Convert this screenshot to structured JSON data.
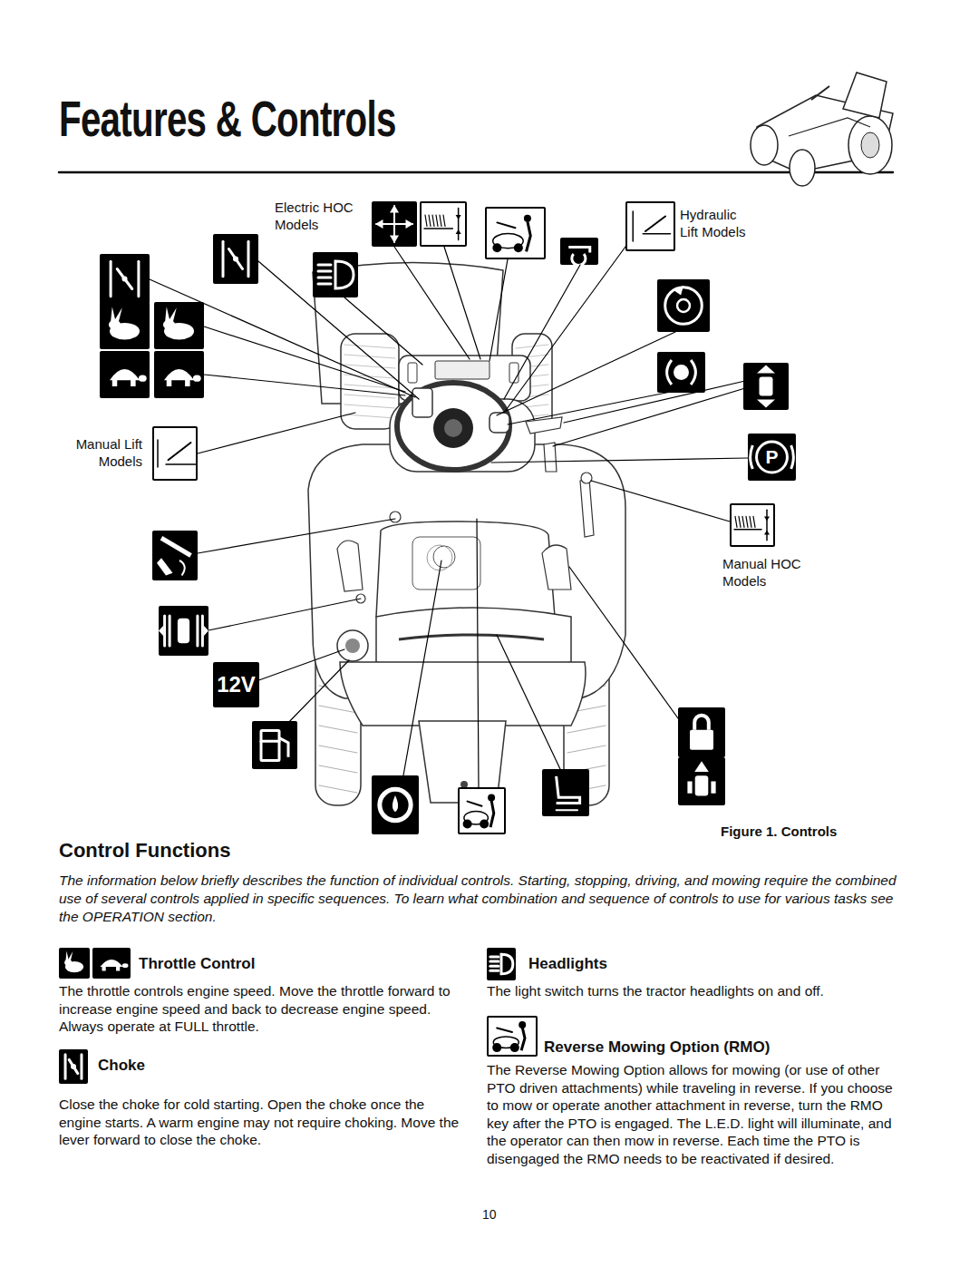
{
  "diagram": {
    "title": "Features & Controls",
    "caption": "Figure 1. Controls",
    "nodes": [
      {
        "text": [
          "12V"
        ]
      }
    ],
    "labels": [
      "Electric HOC Models",
      "Hydraulic Lift Models",
      "Manual Lift Models",
      "P",
      "Manual HOC Models",
      "Control Functions",
      "The information below briefly describes the function of individual controls. Starting, stopping, driving, and mowing require the combined use of several controls applied in specific sequences. To learn what combination and sequence of controls to use for various tasks see the OPERATION section.",
      "Throttle Control",
      "The throttle controls engine speed. Move the throttle forward to increase engine speed and back to decrease engine speed. Always operate at FULL throttle.",
      "Choke",
      "Close the choke for cold starting. Open the choke once the engine starts. A warm engine may not require choking. Move the lever forward to close the choke.",
      "Headlights",
      "The light switch turns the tractor headlights on and off.",
      "Reverse Mowing Option (RMO)",
      "The Reverse Mowing Option allows for mowing (or use of other PTO driven attachments) while traveling in reverse. If you choose to mow or operate another attachment in reverse, turn the RMO key after the PTO is engaged. The L.E.D. light will illuminate, and the operator can then mow in reverse. Each time the PTO is disengaged the RMO needs to be reactivated if desired.",
      "10"
    ]
  }
}
